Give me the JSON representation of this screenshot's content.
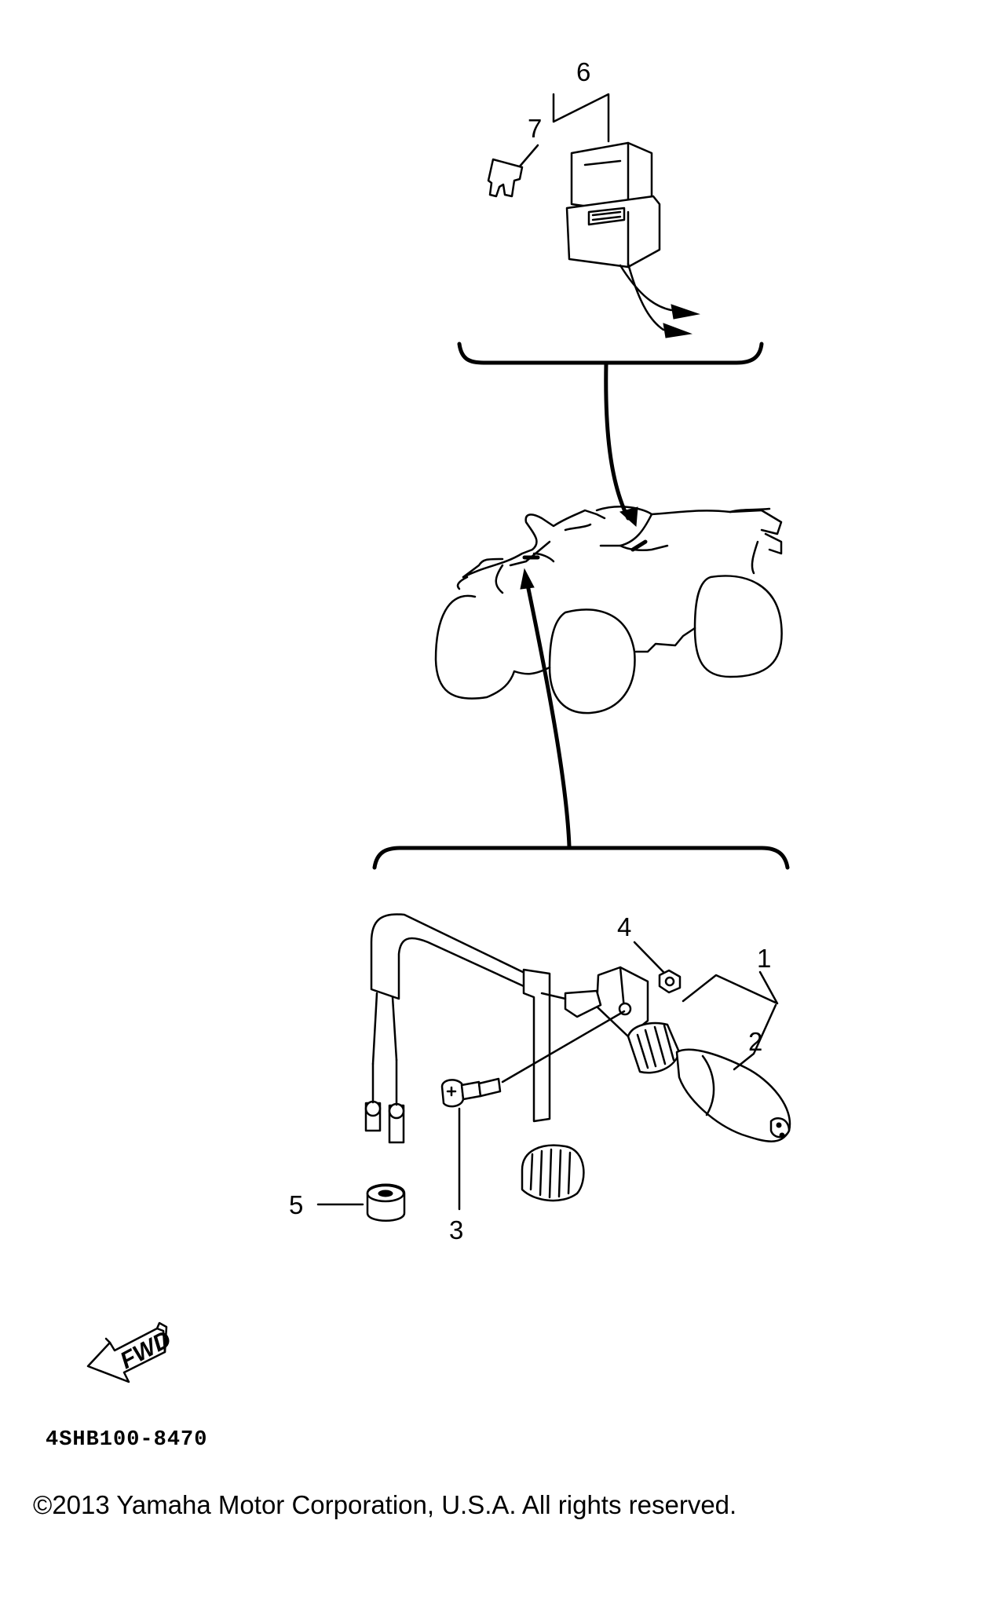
{
  "callouts": {
    "c1": "1",
    "c2": "2",
    "c3": "3",
    "c4": "4",
    "c5": "5",
    "c6": "6",
    "c7": "7"
  },
  "fwd_label": "FWD",
  "drawing_code": "4SHB100-8470",
  "copyright": "©2013 Yamaha Motor Corporation, U.S.A. All rights reserved."
}
